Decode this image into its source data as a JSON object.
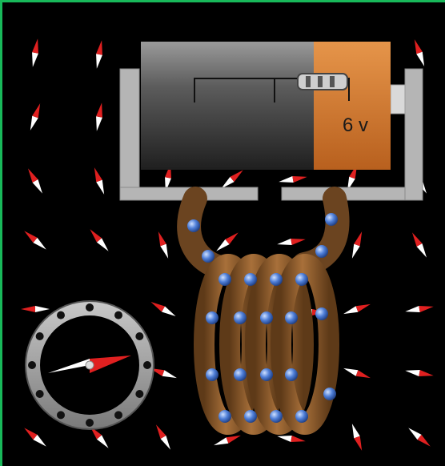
{
  "battery": {
    "voltage_label": "6 v"
  },
  "colors": {
    "background": "#000000",
    "frame": "#18b85a",
    "battery_body": "#4a4a4a",
    "battery_cap": "#d9823a",
    "coil": "#8a5a2b",
    "electron": "#4a7bd6",
    "needle_north": "#e02020",
    "needle_south": "#ffffff",
    "compass_ring": "#a9a9a9"
  },
  "compass_needle_angle_deg": -10,
  "field_arrow_count": 36
}
